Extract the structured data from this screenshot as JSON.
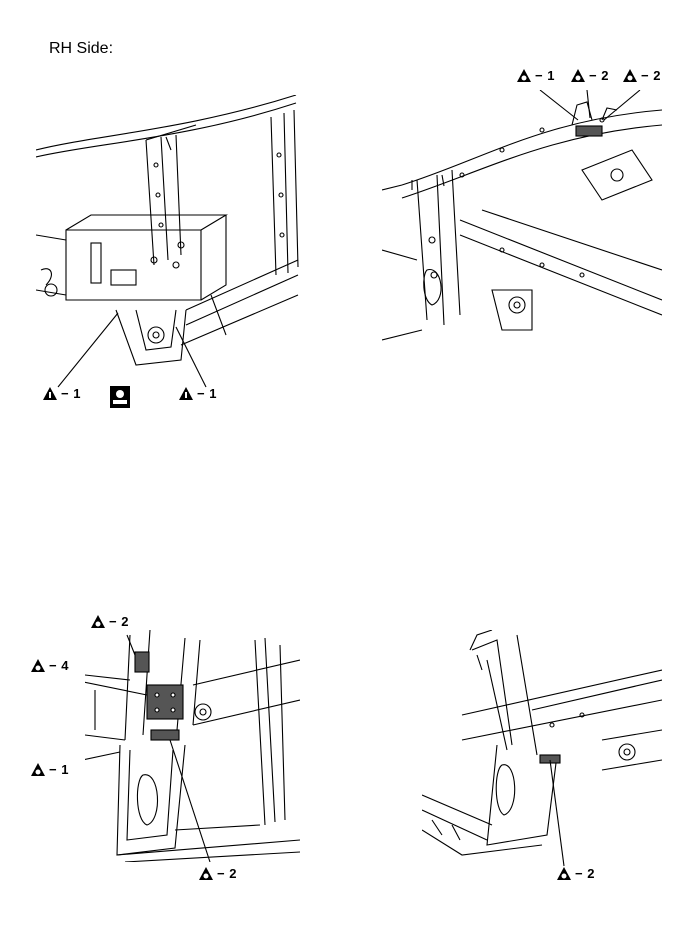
{
  "page_title": "RH Side:",
  "colors": {
    "line": "#000000",
    "hatch": "#555555",
    "paper": "#ffffff"
  },
  "symbols": {
    "weld_symbol": "triangle-with-circle-icon",
    "cut_symbol": "triangle-with-I-icon",
    "sealer_symbol": "sealer-applicator-icon"
  },
  "panels": {
    "top_left": {
      "callouts": [
        {
          "label": "− 1"
        },
        {
          "label": "− 1"
        }
      ]
    },
    "top_right": {
      "callouts": [
        {
          "label": "− 1"
        },
        {
          "label": "− 2"
        },
        {
          "label": "− 2"
        }
      ]
    },
    "bottom_left": {
      "callouts": [
        {
          "label": "− 2"
        },
        {
          "label": "− 4"
        },
        {
          "label": "− 1"
        },
        {
          "label": "− 2"
        }
      ]
    },
    "bottom_right": {
      "callouts": [
        {
          "label": "− 2"
        }
      ]
    }
  }
}
